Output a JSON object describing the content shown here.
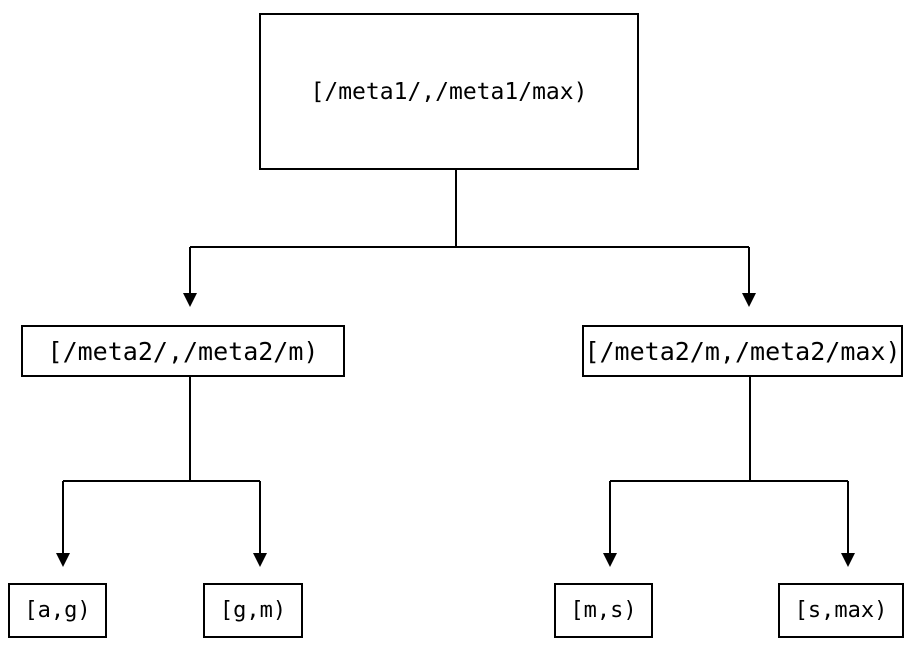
{
  "diagram": {
    "type": "tree",
    "colors": {
      "background": "#ffffff",
      "line": "#000000",
      "box_border": "#000000",
      "text": "#000000"
    },
    "nodes": [
      {
        "id": "root",
        "label": "[/meta1/,/meta1/max)"
      },
      {
        "id": "meta2-lower",
        "label": "[/meta2/,/meta2/m)"
      },
      {
        "id": "meta2-upper",
        "label": "[/meta2/m,/meta2/max)"
      },
      {
        "id": "leaf-a-g",
        "label": "[a,g)"
      },
      {
        "id": "leaf-g-m",
        "label": "[g,m)"
      },
      {
        "id": "leaf-m-s",
        "label": "[m,s)"
      },
      {
        "id": "leaf-s-max",
        "label": "[s,max)"
      }
    ],
    "edges": [
      {
        "from": "root",
        "to": "meta2-lower"
      },
      {
        "from": "root",
        "to": "meta2-upper"
      },
      {
        "from": "meta2-lower",
        "to": "leaf-a-g"
      },
      {
        "from": "meta2-lower",
        "to": "leaf-g-m"
      },
      {
        "from": "meta2-upper",
        "to": "leaf-m-s"
      },
      {
        "from": "meta2-upper",
        "to": "leaf-s-max"
      }
    ]
  }
}
